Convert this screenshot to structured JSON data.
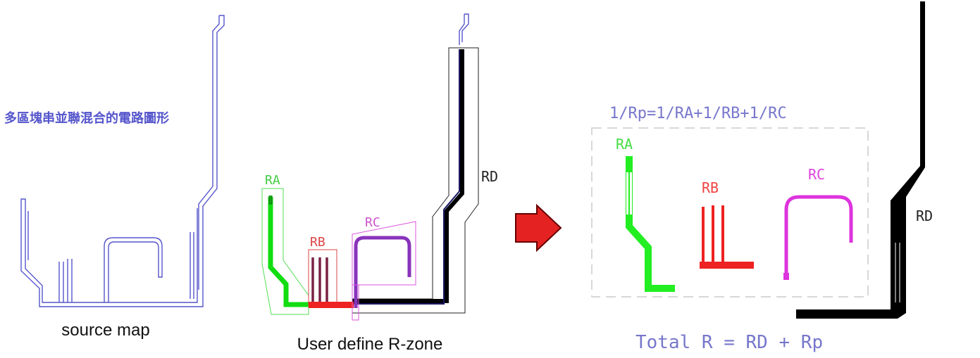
{
  "panels": {
    "source": {
      "title": "多區塊串並聯混合的電路圖形",
      "caption": "source map"
    },
    "zones": {
      "caption": "User define R-zone",
      "labels": {
        "ra": "RA",
        "rb": "RB",
        "rc": "RC",
        "rd": "RD"
      }
    },
    "result": {
      "formula_parallel": "1/Rp=1/RA+1/RB+1/RC",
      "formula_total": "Total R = RD + Rp",
      "labels": {
        "ra": "RA",
        "rb": "RB",
        "rc": "RC",
        "rd": "RD"
      }
    }
  },
  "colors": {
    "source_outline": "#5555cc",
    "ra": "#22ee22",
    "rb": "#ee2222",
    "rc": "#dd33dd",
    "rd": "#000000",
    "formula": "#7777cc",
    "arrow": "#e52222"
  },
  "icons": {
    "arrow": "right-arrow-icon"
  }
}
